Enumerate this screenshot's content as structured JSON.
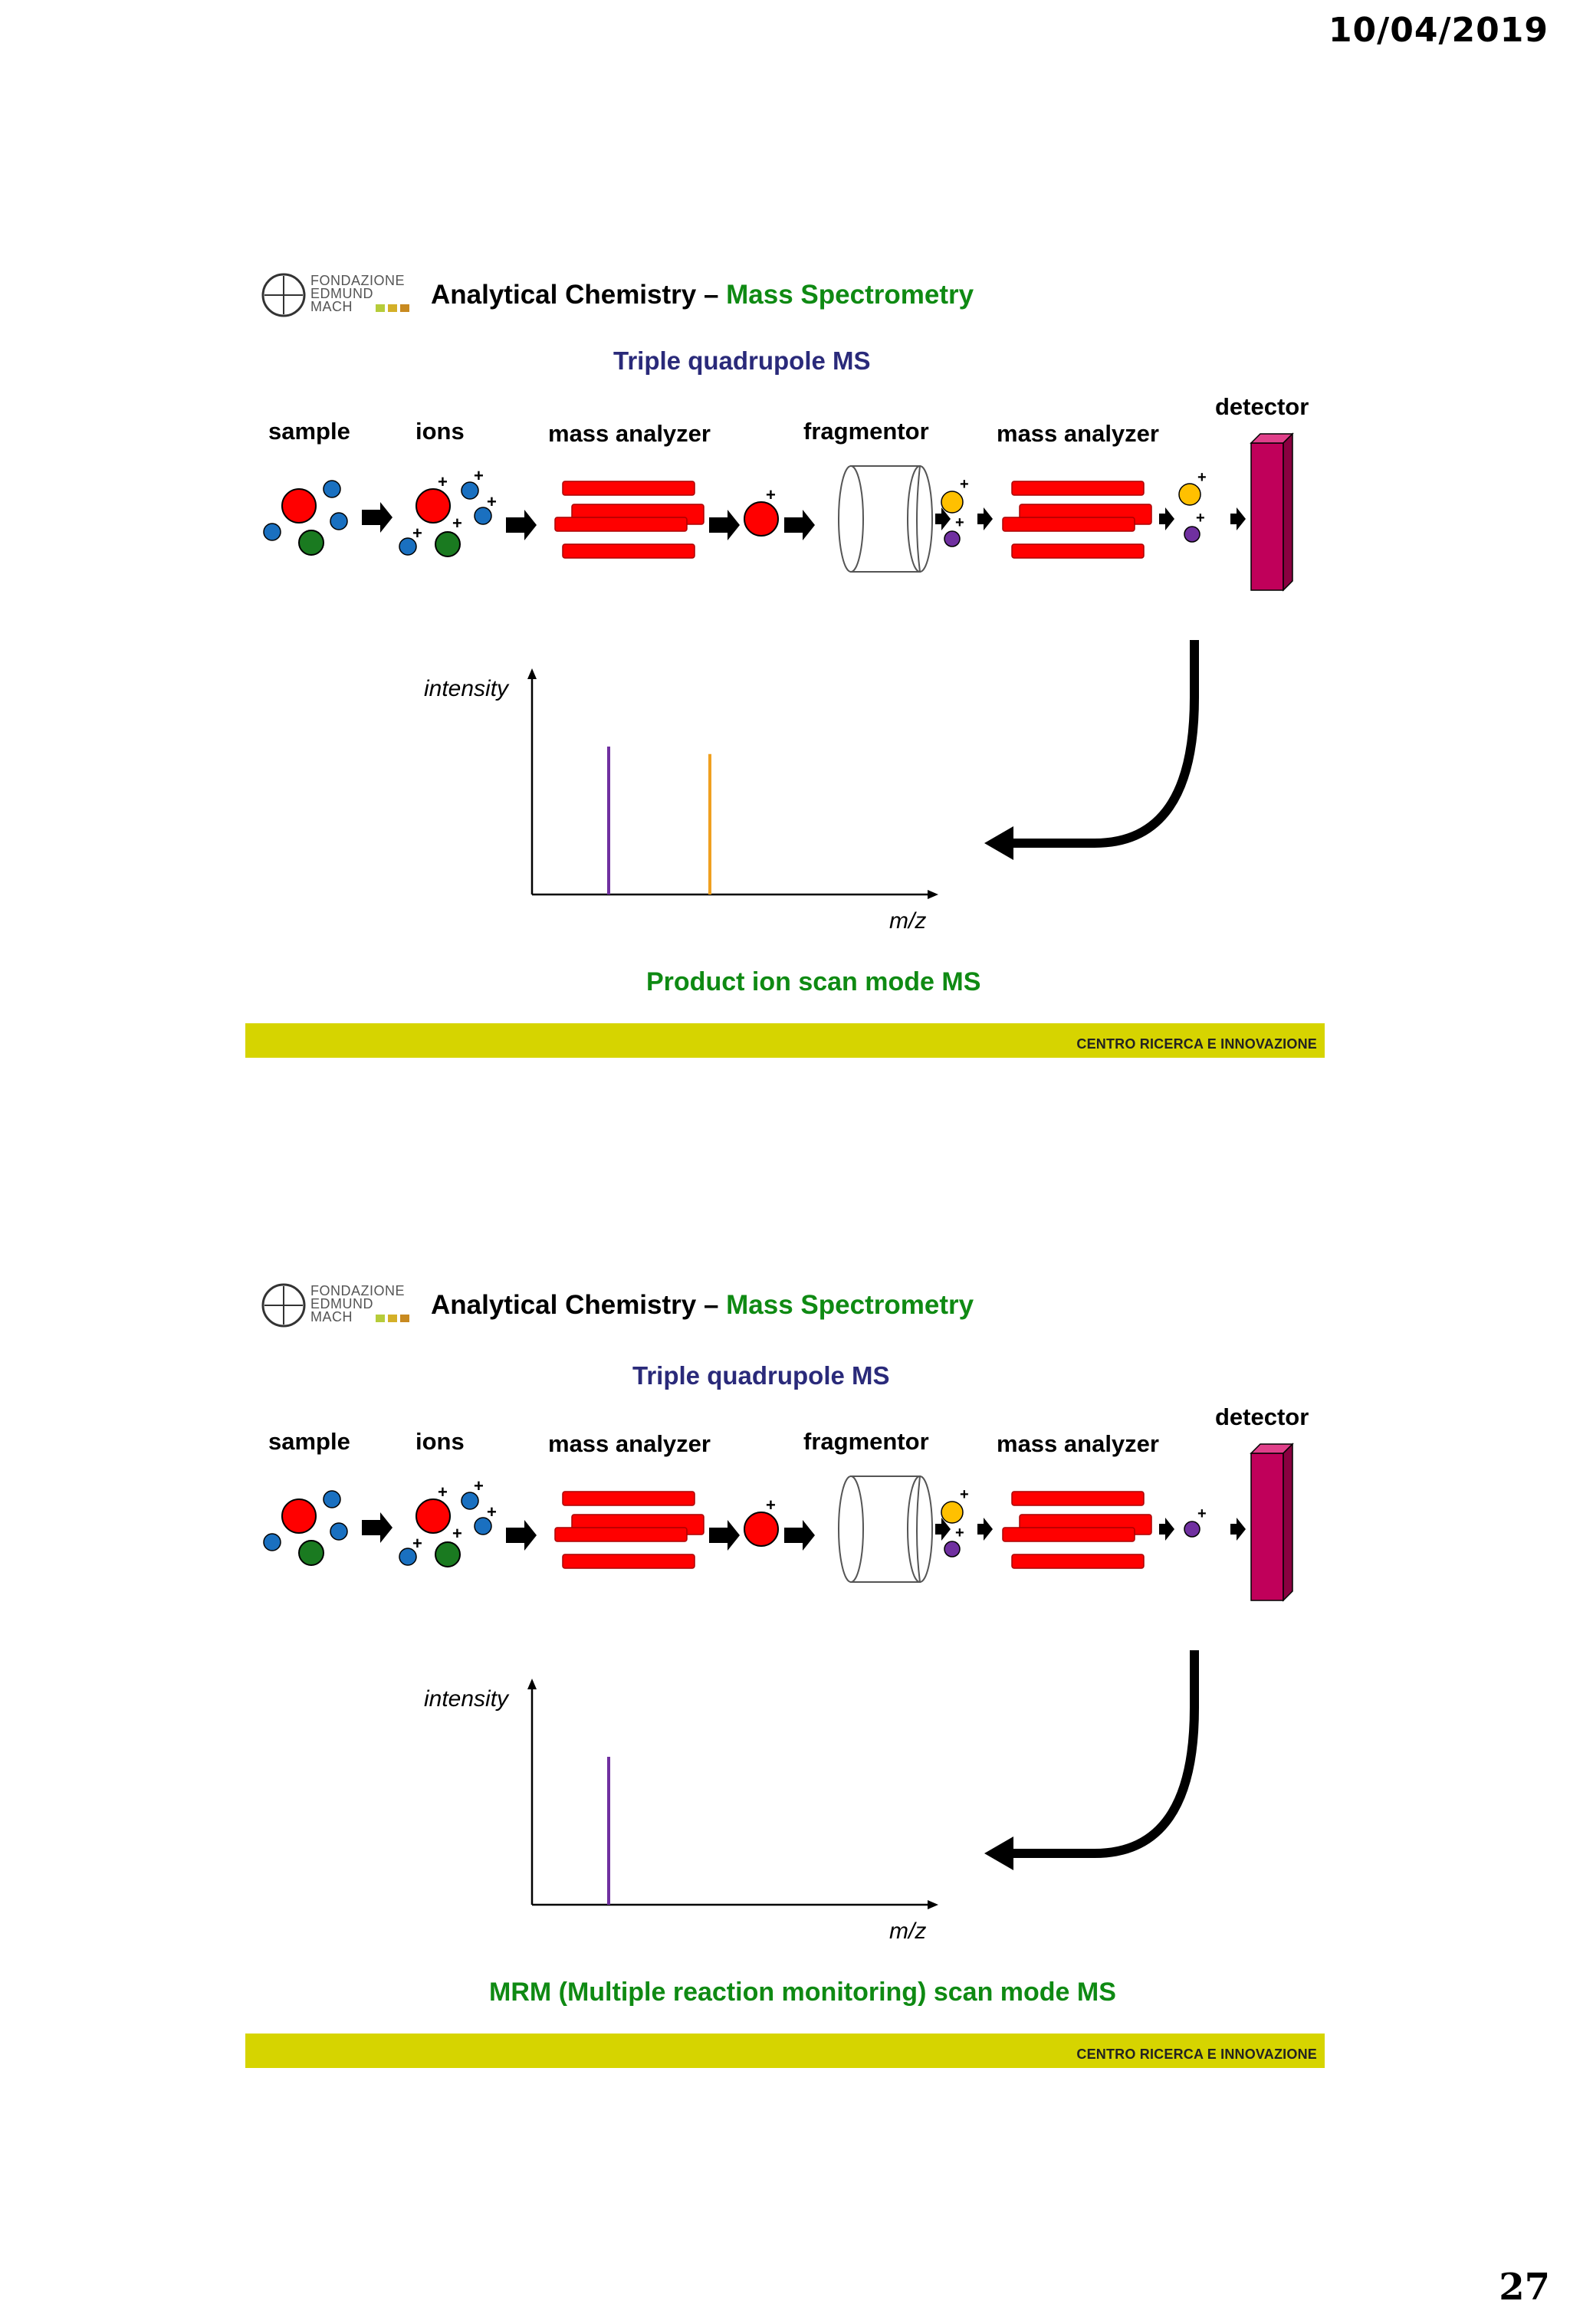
{
  "page": {
    "date": "10/04/2019",
    "number": "27"
  },
  "slides": [
    {
      "logo": {
        "line1": "FONDAZIONE",
        "line2": "EDMUND",
        "line3": "MACH"
      },
      "header": {
        "prefix": "Analytical Chemistry – ",
        "highlight": "Mass Spectrometry"
      },
      "subtitle": "Triple quadrupole MS",
      "stages": {
        "sample": "sample",
        "ions": "ions",
        "mass_analyzer_1": "mass analyzer",
        "fragmentor": "fragmentor",
        "mass_analyzer_2": "mass analyzer",
        "detector": "detector"
      },
      "chart_data": {
        "type": "bar",
        "xlabel": "m/z",
        "ylabel": "intensity",
        "peaks": [
          {
            "color": "#7030a0",
            "relative_height": 0.98
          },
          {
            "color": "#f0a020",
            "relative_height": 0.93
          }
        ]
      },
      "caption": "Product ion scan mode MS",
      "footer": "CENTRO RICERCA E INNOVAZIONE"
    },
    {
      "logo": {
        "line1": "FONDAZIONE",
        "line2": "EDMUND",
        "line3": "MACH"
      },
      "header": {
        "prefix": "Analytical Chemistry – ",
        "highlight": "Mass Spectrometry"
      },
      "subtitle": "Triple quadrupole MS",
      "stages": {
        "sample": "sample",
        "ions": "ions",
        "mass_analyzer_1": "mass analyzer",
        "fragmentor": "fragmentor",
        "mass_analyzer_2": "mass analyzer",
        "detector": "detector"
      },
      "chart_data": {
        "type": "bar",
        "xlabel": "m/z",
        "ylabel": "intensity",
        "peaks": [
          {
            "color": "#7030a0",
            "relative_height": 0.98
          }
        ]
      },
      "caption": "MRM (Multiple reaction monitoring) scan mode MS",
      "footer": "CENTRO RICERCA E INNOVAZIONE"
    }
  ],
  "colors": {
    "accent_green": "#0f8a13",
    "subtitle_navy": "#2a2a7a",
    "footer_bar": "#d6d400",
    "rod_red": "#ff0000",
    "detector_magenta": "#c0005a"
  }
}
